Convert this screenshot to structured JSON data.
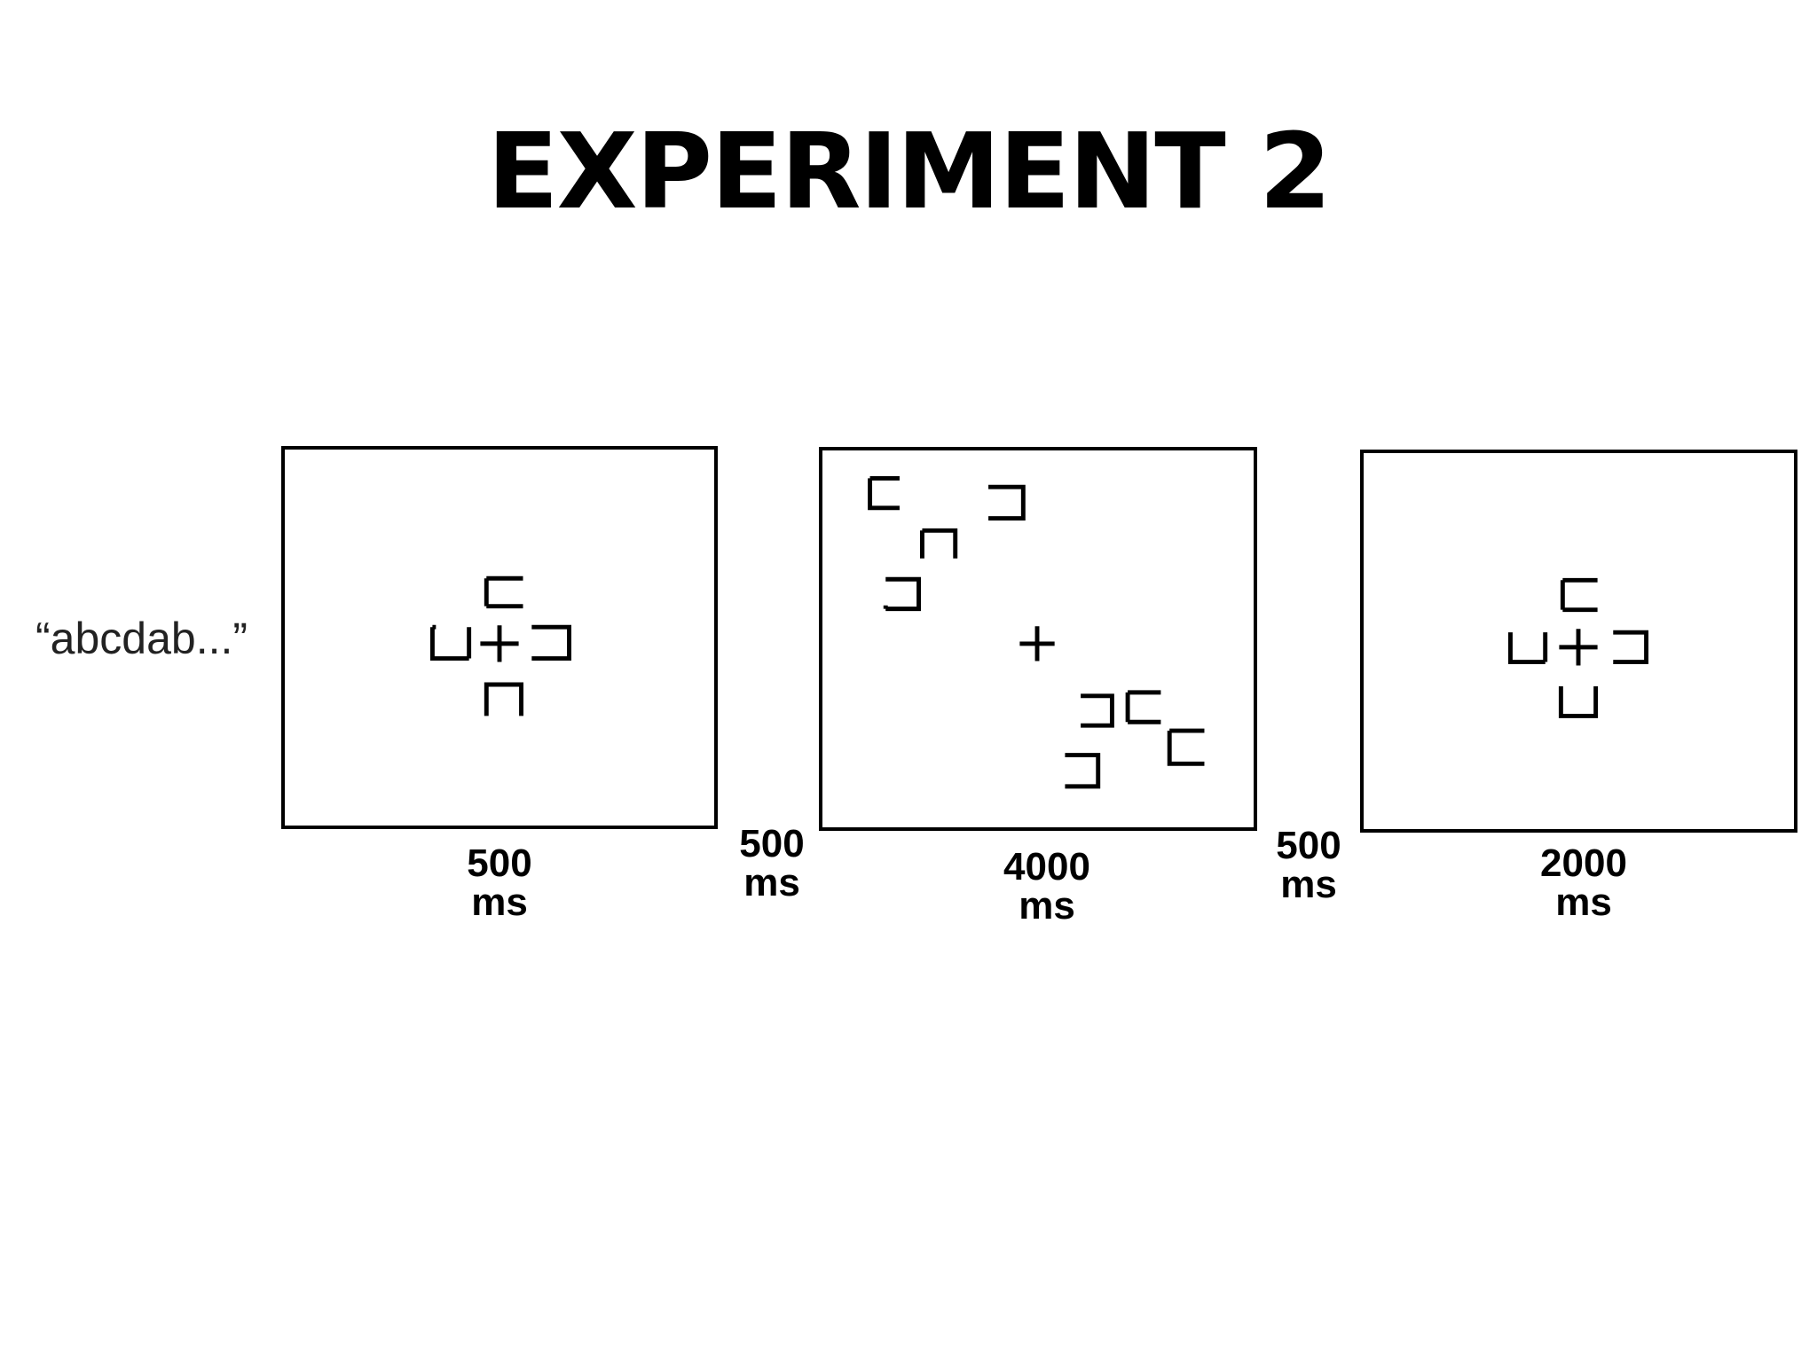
{
  "title": "EXPERIMENT 2",
  "cue_text": "“abcdab...”",
  "frames": [
    {
      "duration_value": "500",
      "duration_unit": "ms",
      "layout": "cross"
    },
    {
      "duration_value": "4000",
      "duration_unit": "ms",
      "layout": "scattered"
    },
    {
      "duration_value": "2000",
      "duration_unit": "ms",
      "layout": "cross"
    }
  ],
  "intervals": [
    {
      "value": "500",
      "unit": "ms"
    },
    {
      "value": "500",
      "unit": "ms"
    }
  ],
  "colors": {
    "background": "#ffffff",
    "stroke": "#000000"
  },
  "icons": [
    "fixation-cross-icon",
    "bracket-stimulus-icon"
  ]
}
